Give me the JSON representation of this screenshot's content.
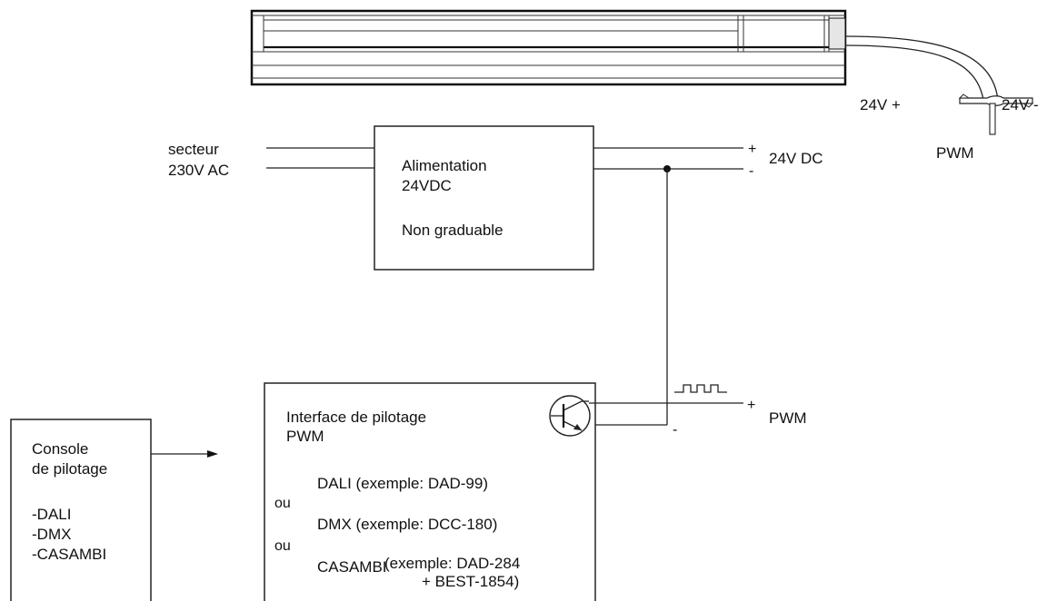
{
  "mains": {
    "line1": "secteur",
    "line2": "230V AC"
  },
  "psu": {
    "line1": "Alimentation",
    "line2": "24VDC",
    "line3": "Non graduable"
  },
  "dc_output": {
    "plus": "+",
    "minus": "-",
    "label": "24V DC"
  },
  "led_strip": {
    "plus_label": "24V +",
    "minus_label": "24V -",
    "pwm_label": "PWM"
  },
  "interface": {
    "title_line1": "Interface de pilotage",
    "title_line2": "PWM",
    "ou": "ou",
    "option_dali": "DALI (exemple: DAD-99)",
    "option_dmx": "DMX (exemple: DCC-180)",
    "option_casambi_name": "CASAMBI",
    "option_casambi_ex1": "(exemple: DAD-284",
    "option_casambi_ex2": "+ BEST-1854)"
  },
  "pwm_output": {
    "plus": "+",
    "minus": "-",
    "label": "PWM"
  },
  "console": {
    "line1": "Console",
    "line2": "de pilotage",
    "items": [
      "-DALI",
      "-DMX",
      "-CASAMBI"
    ]
  }
}
